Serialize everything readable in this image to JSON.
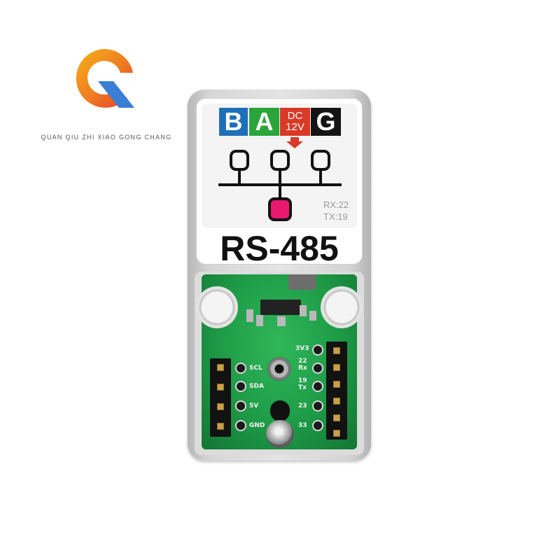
{
  "brand": {
    "text": "QUAN QIU ZHI XIAO GONG CHANG",
    "colors": {
      "q_red": "#e94b2a",
      "q_orange": "#f39a1c",
      "q_blue": "#3b7fd4"
    }
  },
  "label": {
    "pins": {
      "b": "B",
      "a": "A",
      "dc_top": "DC",
      "dc_bottom": "12V",
      "g": "G"
    },
    "colors": {
      "b": "#1e6fb8",
      "a": "#2aa53a",
      "dc": "#d83a27",
      "g": "#141414",
      "node_highlight": "#e8186e"
    },
    "rx": "RX:22",
    "tx": "TX:19",
    "title": "RS-485"
  },
  "pcb": {
    "left_labels": [
      "SCL",
      "SDA",
      "5V",
      "GND"
    ],
    "right_labels": [
      "3V3",
      "22",
      "Rx",
      "19",
      "Tx",
      "23",
      "33"
    ],
    "board_color": "#1e9a46"
  }
}
